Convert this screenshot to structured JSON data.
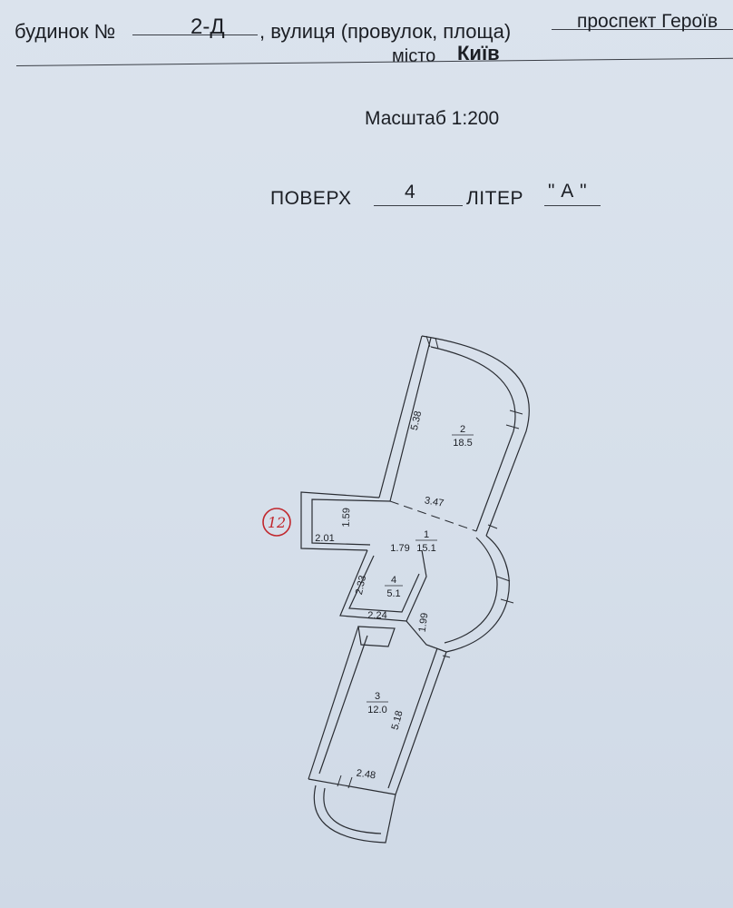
{
  "header": {
    "building_label": "будинок №",
    "building_number": "2-Д",
    "street_label": ", вулиця (провулок, площа)",
    "street_value": "проспект Героїв",
    "city_label": "місто",
    "city_value": "Київ"
  },
  "scale": {
    "text": "Масштаб 1:200"
  },
  "floor": {
    "floor_label": "ПОВЕРХ",
    "floor_value": "4",
    "liter_label": "ЛІТЕР",
    "liter_value": "\" А \""
  },
  "stamp": {
    "text": "12"
  },
  "rooms": [
    {
      "number": "2",
      "area": "18.5"
    },
    {
      "number": "1",
      "area": "15.1"
    },
    {
      "number": "4",
      "area": "5.1"
    },
    {
      "number": "3",
      "area": "12.0"
    }
  ],
  "dimensions": {
    "room2_height": "5.38",
    "room1_width": "3.47",
    "hall_height": "1.59",
    "hall_width": "2.01",
    "room1_inner": "1.79",
    "room4_height": "2.33",
    "room4_width": "2.24",
    "room1_lower": "1.99",
    "room3_height": "5.18",
    "room3_width": "2.48"
  }
}
